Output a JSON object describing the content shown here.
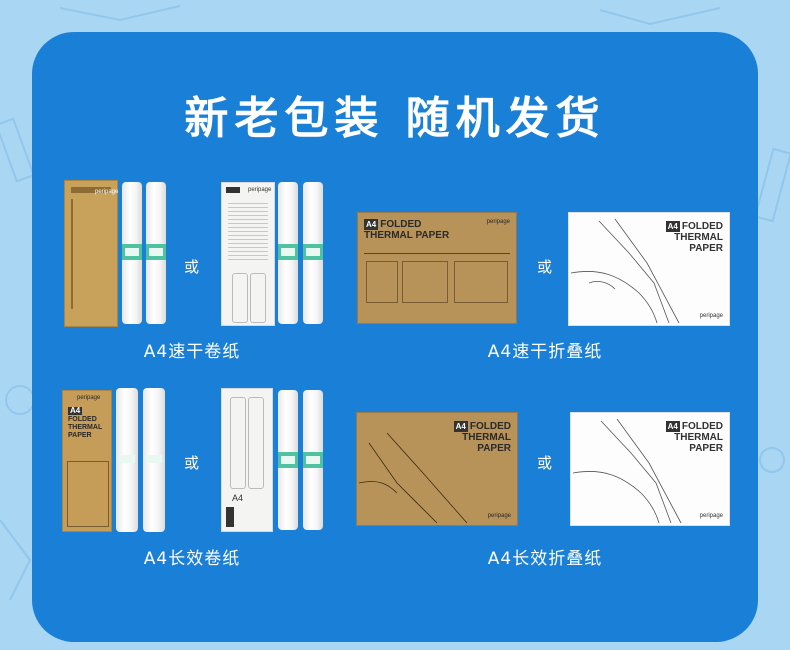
{
  "headline": "新老包装 随机发货",
  "connector": "或",
  "products": [
    {
      "label": "A4速干卷纸"
    },
    {
      "label": "A4速干折叠纸"
    },
    {
      "label": "A4长效卷纸"
    },
    {
      "label": "A4长效折叠纸"
    }
  ],
  "box_print": {
    "a4": "A4",
    "folded": "FOLDED",
    "thermal_paper": "THERMAL PAPER",
    "thermal": "THERMAL",
    "paper": "PAPER",
    "brand": "peripage"
  },
  "colors": {
    "background": "#a9d6f3",
    "panel": "#1a7fd6",
    "kraft": "#c8a25a",
    "roll_band": "#4fc3a1"
  }
}
